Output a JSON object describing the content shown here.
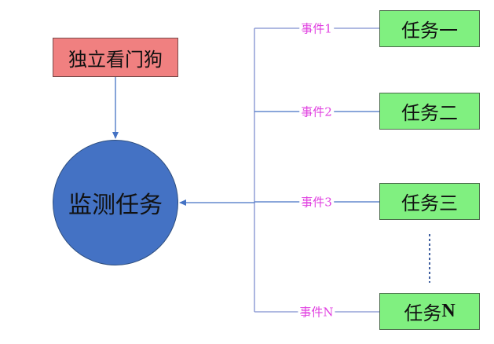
{
  "diagram": {
    "watchdog": {
      "label": "独立看门狗"
    },
    "monitor": {
      "label": "监测任务"
    },
    "events": [
      {
        "label": "事件1"
      },
      {
        "label": "事件2"
      },
      {
        "label": "事件3"
      },
      {
        "label": "事件N"
      }
    ],
    "tasks": [
      {
        "label": "任务一"
      },
      {
        "label": "任务二"
      },
      {
        "label": "任务三"
      },
      {
        "label_prefix": "任务",
        "label_suffix": "N"
      }
    ],
    "colors": {
      "watchdog_fill": "#f08080",
      "monitor_fill": "#4472c4",
      "task_fill": "#80f080",
      "event_text": "#e040e0",
      "connector": "#4472c4"
    }
  }
}
